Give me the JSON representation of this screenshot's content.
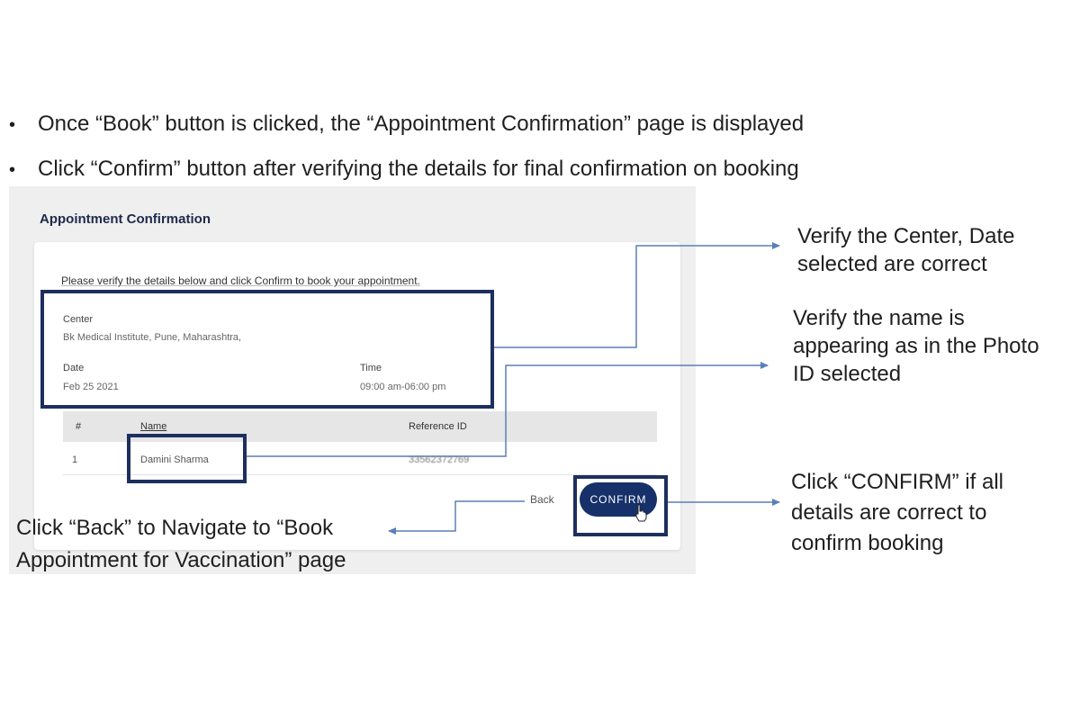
{
  "instructions": [
    "Once “Book” button is clicked, the “Appointment Confirmation” page is displayed",
    "Click “Confirm” button after verifying the details for final confirmation on booking"
  ],
  "bullet_glyph": "•",
  "screenshot": {
    "title": "Appointment Confirmation",
    "instruction": "Please verify the details below and click Confirm to book your appointment.",
    "center_label": "Center",
    "center_value": "Bk Medical Institute, Pune, Maharashtra,",
    "date_label": "Date",
    "date_value": "Feb 25 2021",
    "time_label": "Time",
    "time_value": "09:00 am-06:00 pm",
    "table": {
      "headers": [
        "#",
        "Name",
        "Reference ID"
      ],
      "rows": [
        [
          "1",
          "Damini Sharma",
          "33562372769  "
        ]
      ]
    },
    "back_label": "Back",
    "confirm_label": "CONFIRM"
  },
  "callouts": {
    "center_date": [
      "Verify the Center, Date",
      "selected are correct"
    ],
    "name": [
      "Verify the name is",
      "appearing as in the Photo",
      "ID selected"
    ],
    "confirm": [
      "Click “CONFIRM” if all",
      "details are correct to",
      "confirm booking"
    ],
    "back": [
      "Click “Back” to Navigate to “Book",
      "Appointment for Vaccination” page"
    ]
  },
  "colors": {
    "highlight": "#1d2f5e",
    "arrow": "#5b7fb7",
    "confirm_button": "#16306a"
  },
  "icons": [
    "cursor-hand-icon",
    "arrow-icon"
  ]
}
